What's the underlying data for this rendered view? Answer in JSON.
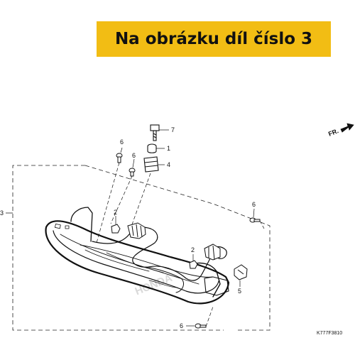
{
  "banner": {
    "text": "Na obrázku díl číslo 3",
    "background_color": "#f2bd14"
  },
  "direction_marker": {
    "label": "FR.",
    "icon": "arrow-icon"
  },
  "callouts": {
    "c1": "1",
    "c2a": "2",
    "c2b": "2",
    "c3": "3",
    "c4": "4",
    "c5": "5",
    "c6a": "6",
    "c6b": "6",
    "c6c": "6",
    "c6d": "6",
    "c7": "7"
  },
  "diagram_code": "K777F3810",
  "watermark": "HONDA"
}
